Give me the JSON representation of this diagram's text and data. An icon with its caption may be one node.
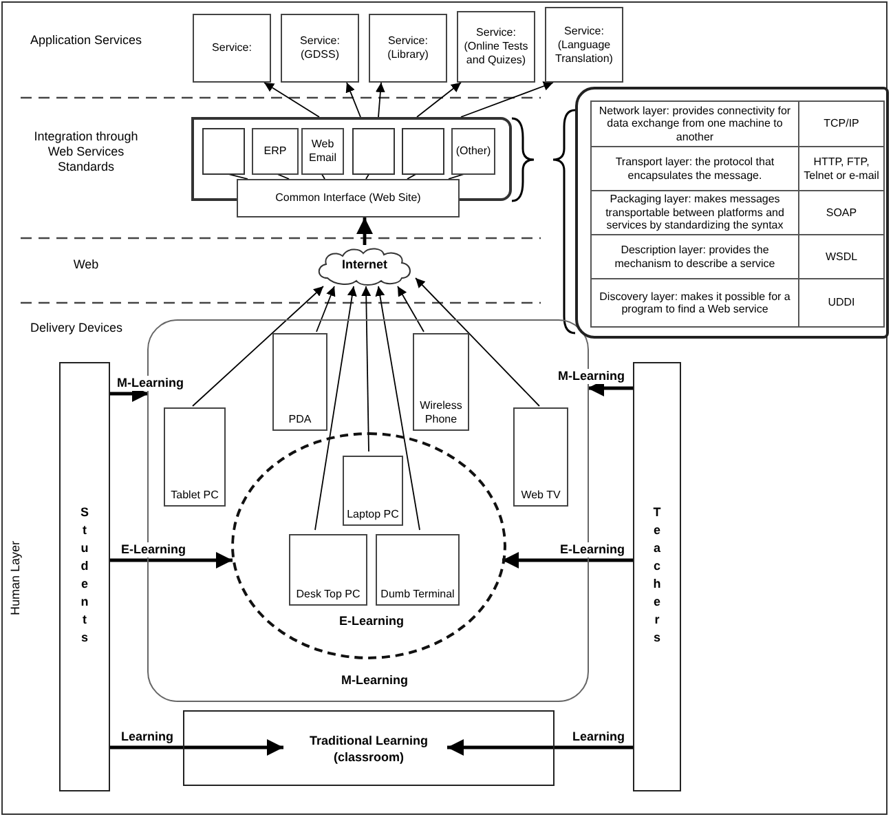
{
  "diagram": {
    "nodes": [
      {
        "text": [
          "Service:"
        ]
      },
      {
        "text": [
          "Service: (GDSS)"
        ]
      },
      {
        "text": [
          "Service: (Library)"
        ]
      },
      {
        "text": [
          "Service: (Online Tests and Quizes)"
        ]
      },
      {
        "text": [
          "Service: (Language Translation)"
        ]
      },
      {
        "text": [],
        "shape": "box"
      },
      {
        "text": [],
        "shape": "box",
        "in": 5
      },
      {
        "text": [
          "ERP"
        ],
        "in": 5
      },
      {
        "text": [
          "Web Email"
        ],
        "in": 5
      },
      {
        "text": [],
        "shape": "box",
        "in": 5
      },
      {
        "text": [],
        "shape": "box",
        "in": 5
      },
      {
        "text": [
          "(Other)"
        ],
        "in": 5
      },
      {
        "text": [
          "Common Interface (Web Site)"
        ]
      },
      {
        "text": [
          "Internet"
        ]
      },
      {
        "text": [
          "M-Learning"
        ]
      },
      {
        "text": [
          "Tablet PC"
        ],
        "in": 14
      },
      {
        "text": [
          "PDA"
        ],
        "in": 14
      },
      {
        "text": [
          "Wireless Phone"
        ],
        "in": 14
      },
      {
        "text": [
          "Web TV"
        ],
        "in": 14
      },
      {
        "text": [
          "E-Learning"
        ],
        "in": 14
      },
      {
        "text": [
          "Laptop PC"
        ],
        "in": 19
      },
      {
        "text": [
          "Desk Top PC"
        ],
        "in": 19
      },
      {
        "text": [
          "Dumb Terminal"
        ],
        "in": 19
      },
      {
        "text": [
          "Students"
        ]
      },
      {
        "text": [
          "Teachers"
        ]
      },
      {
        "text": [
          "Traditional Learning (classroom)"
        ]
      }
    ],
    "edges": [
      {
        "from": 5,
        "to": 0,
        "arrow": "to"
      },
      {
        "from": 5,
        "to": 1,
        "arrow": "to"
      },
      {
        "from": 5,
        "to": 2,
        "arrow": "to"
      },
      {
        "from": 5,
        "to": 3,
        "arrow": "to"
      },
      {
        "from": 5,
        "to": 4,
        "arrow": "to"
      },
      {
        "from": 6,
        "to": 12,
        "arrow": "none"
      },
      {
        "from": 7,
        "to": 12,
        "arrow": "none"
      },
      {
        "from": 8,
        "to": 12,
        "arrow": "none"
      },
      {
        "from": 9,
        "to": 12,
        "arrow": "none"
      },
      {
        "from": 10,
        "to": 12,
        "arrow": "none"
      },
      {
        "from": 11,
        "to": 12,
        "arrow": "none"
      },
      {
        "from": 13,
        "to": 12,
        "arrow": "to",
        "style": "thick"
      },
      {
        "from": 15,
        "to": 13,
        "arrow": "to"
      },
      {
        "from": 16,
        "to": 13,
        "arrow": "to"
      },
      {
        "from": 17,
        "to": 13,
        "arrow": "to"
      },
      {
        "from": 18,
        "to": 13,
        "arrow": "to"
      },
      {
        "from": 20,
        "to": 13,
        "arrow": "to"
      },
      {
        "from": 21,
        "to": 13,
        "arrow": "to"
      },
      {
        "from": 22,
        "to": 13,
        "arrow": "to"
      },
      {
        "from": 23,
        "to": 14,
        "arrow": "to",
        "label": "M-Learning",
        "style": "thick"
      },
      {
        "from": 24,
        "to": 14,
        "arrow": "to",
        "label": "M-Learning",
        "style": "thick"
      },
      {
        "from": 23,
        "to": 19,
        "arrow": "to",
        "label": "E-Learning",
        "style": "thick"
      },
      {
        "from": 24,
        "to": 19,
        "arrow": "to",
        "label": "E-Learning",
        "style": "thick"
      },
      {
        "from": 23,
        "to": 25,
        "arrow": "to",
        "label": "Learning",
        "style": "thick"
      },
      {
        "from": 24,
        "to": 25,
        "arrow": "to",
        "label": "Learning",
        "style": "thick"
      }
    ],
    "labels": [
      "Application Services",
      "Integration through Web Services Standards",
      "Network layer: provides connectivity for data exchange from one machine to another",
      "TCP/IP",
      "Transport layer: the protocol that encapsulates the message.",
      "HTTP, FTP, Telnet or e-mail",
      "Packaging layer: makes messages transportable between platforms and services by standardizing the syntax",
      "SOAP",
      "Description layer: provides the mechanism to describe a service",
      "WSDL",
      "Discovery layer: makes it possible for a program to find a Web service",
      "UDDI",
      "Web",
      "Delivery Devices",
      "Human Layer"
    ]
  }
}
